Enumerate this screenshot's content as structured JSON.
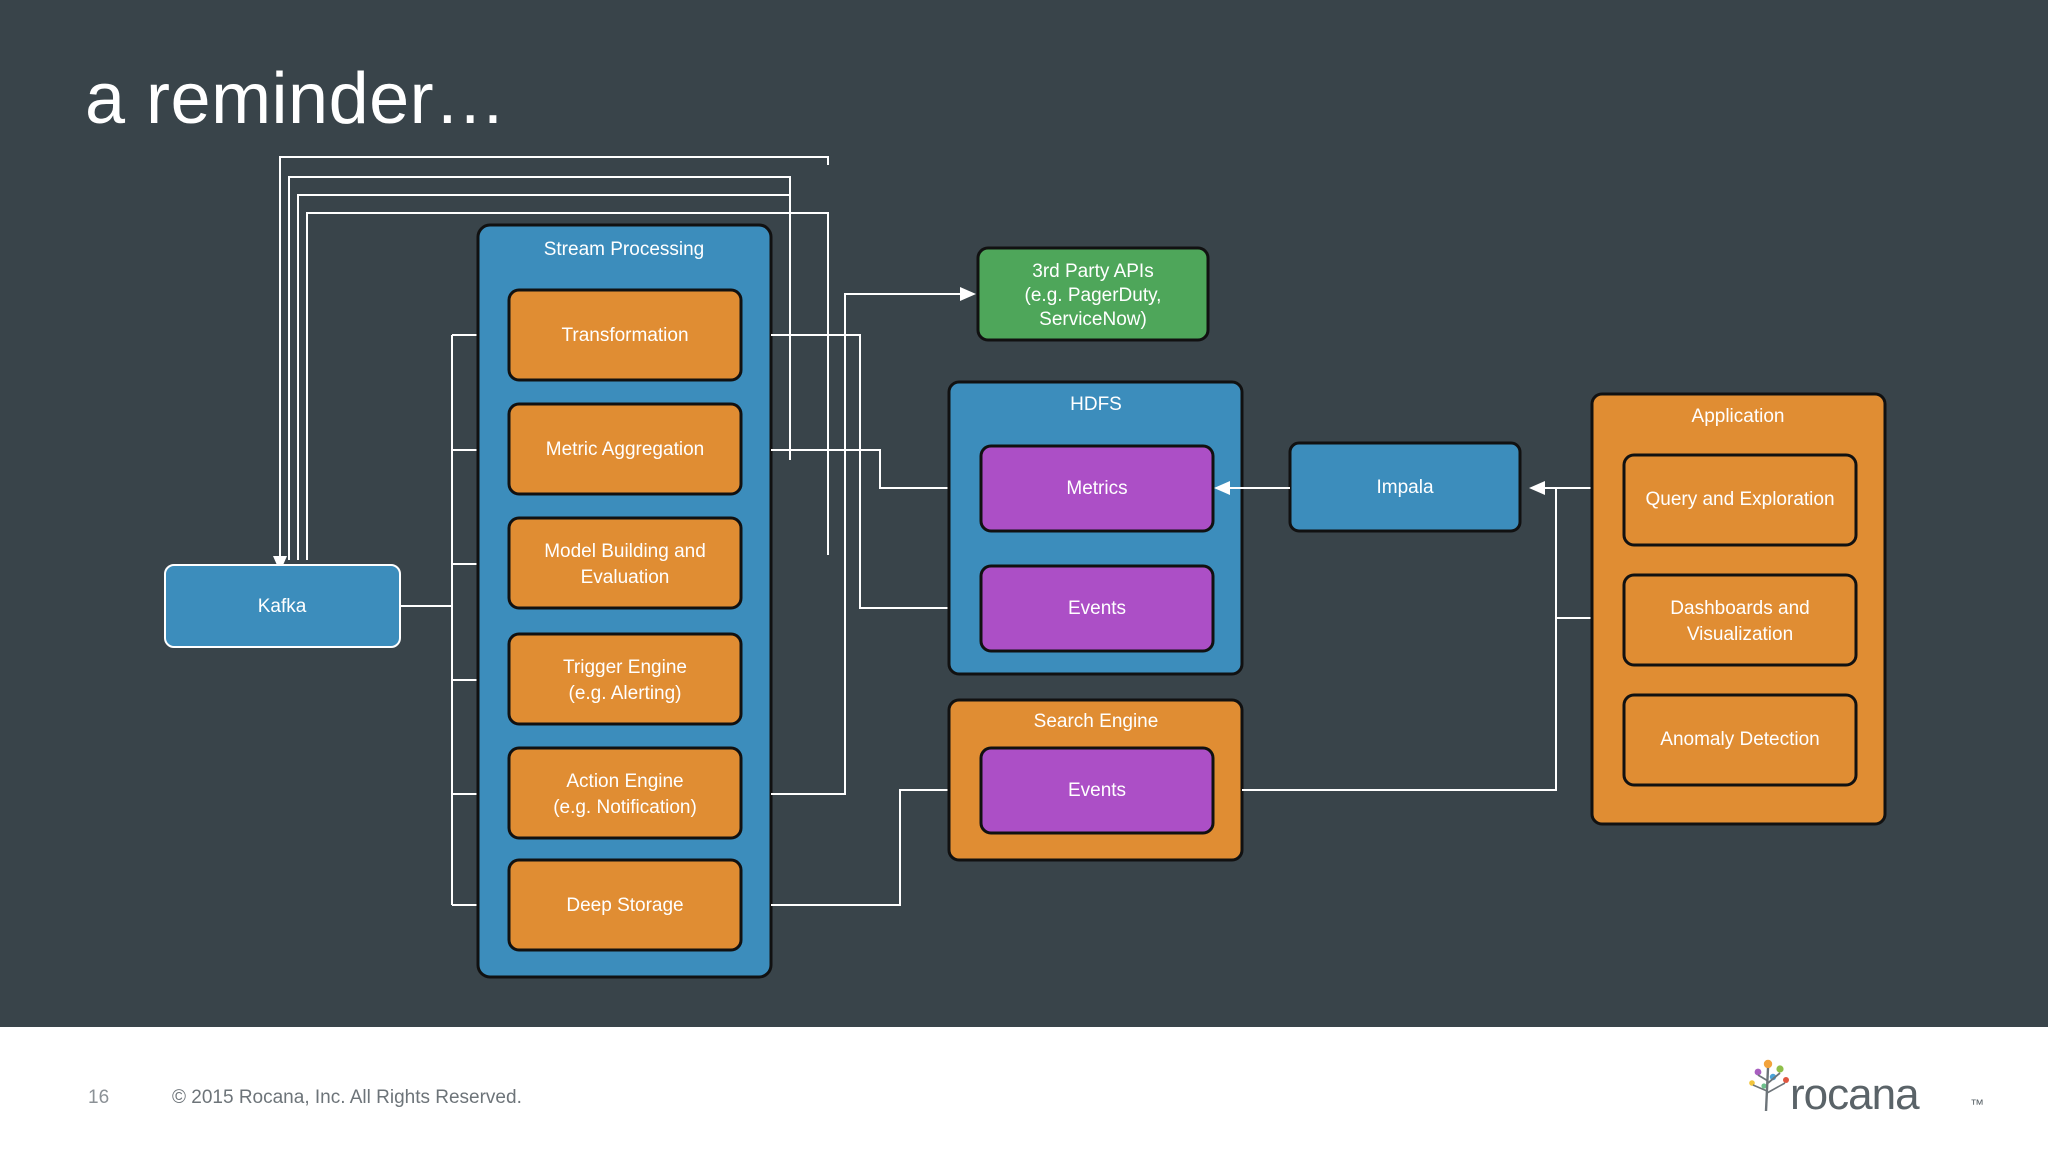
{
  "slide": {
    "title": "a reminder…",
    "background_color": "#39444a",
    "page_number": "16",
    "copyright": "© 2015 Rocana, Inc. All Rights Reserved.",
    "logo_text": "rocana",
    "logo_tm": "™"
  },
  "colors": {
    "background": "#39444a",
    "container_blue": "#3c8dbc",
    "node_orange": "#e08d33",
    "node_green": "#4ea65a",
    "node_purple": "#ac4fc6",
    "node_kafka_blue": "#3c8dbc",
    "connector": "#ffffff",
    "text": "#ffffff",
    "footer_bg": "#ffffff"
  },
  "diagram": {
    "type": "architecture-flow",
    "source": {
      "name": "kafka",
      "label": "Kafka",
      "color": "#3c8dbc"
    },
    "stream_processing": {
      "label": "Stream Processing",
      "color": "#3c8dbc",
      "children": [
        {
          "name": "transformation",
          "label": "Transformation",
          "color": "#e08d33"
        },
        {
          "name": "metric-aggregation",
          "label": "Metric Aggregation",
          "color": "#e08d33"
        },
        {
          "name": "model-building",
          "label": "Model Building and\nEvaluation",
          "line1": "Model Building and",
          "line2": "Evaluation",
          "color": "#e08d33"
        },
        {
          "name": "trigger-engine",
          "label": "Trigger Engine\n(e.g. Alerting)",
          "line1": "Trigger Engine",
          "line2": "(e.g. Alerting)",
          "color": "#e08d33"
        },
        {
          "name": "action-engine",
          "label": "Action Engine\n(e.g. Notification)",
          "line1": "Action Engine",
          "line2": "(e.g. Notification)",
          "color": "#e08d33"
        },
        {
          "name": "deep-storage",
          "label": "Deep Storage",
          "color": "#e08d33"
        }
      ]
    },
    "third_party": {
      "name": "third-party-apis",
      "line1": "3rd Party APIs",
      "line2": "(e.g. PagerDuty,",
      "line3": "ServiceNow)",
      "color": "#4ea65a"
    },
    "hdfs": {
      "label": "HDFS",
      "color": "#3c8dbc",
      "children": [
        {
          "name": "hdfs-metrics",
          "label": "Metrics",
          "color": "#ac4fc6"
        },
        {
          "name": "hdfs-events",
          "label": "Events",
          "color": "#ac4fc6"
        }
      ]
    },
    "search_engine": {
      "label": "Search Engine",
      "color": "#e08d33",
      "children": [
        {
          "name": "search-events",
          "label": "Events",
          "color": "#ac4fc6"
        }
      ]
    },
    "impala": {
      "name": "impala",
      "label": "Impala",
      "color": "#3c8dbc"
    },
    "application": {
      "label": "Application",
      "color": "#e08d33",
      "children": [
        {
          "name": "query-and-exploration",
          "label": "Query and Exploration",
          "color": "#e08d33"
        },
        {
          "name": "dashboards-and-visualization",
          "line1": "Dashboards and",
          "line2": "Visualization",
          "color": "#e08d33"
        },
        {
          "name": "anomaly-detection",
          "label": "Anomaly Detection",
          "color": "#e08d33"
        }
      ]
    }
  }
}
